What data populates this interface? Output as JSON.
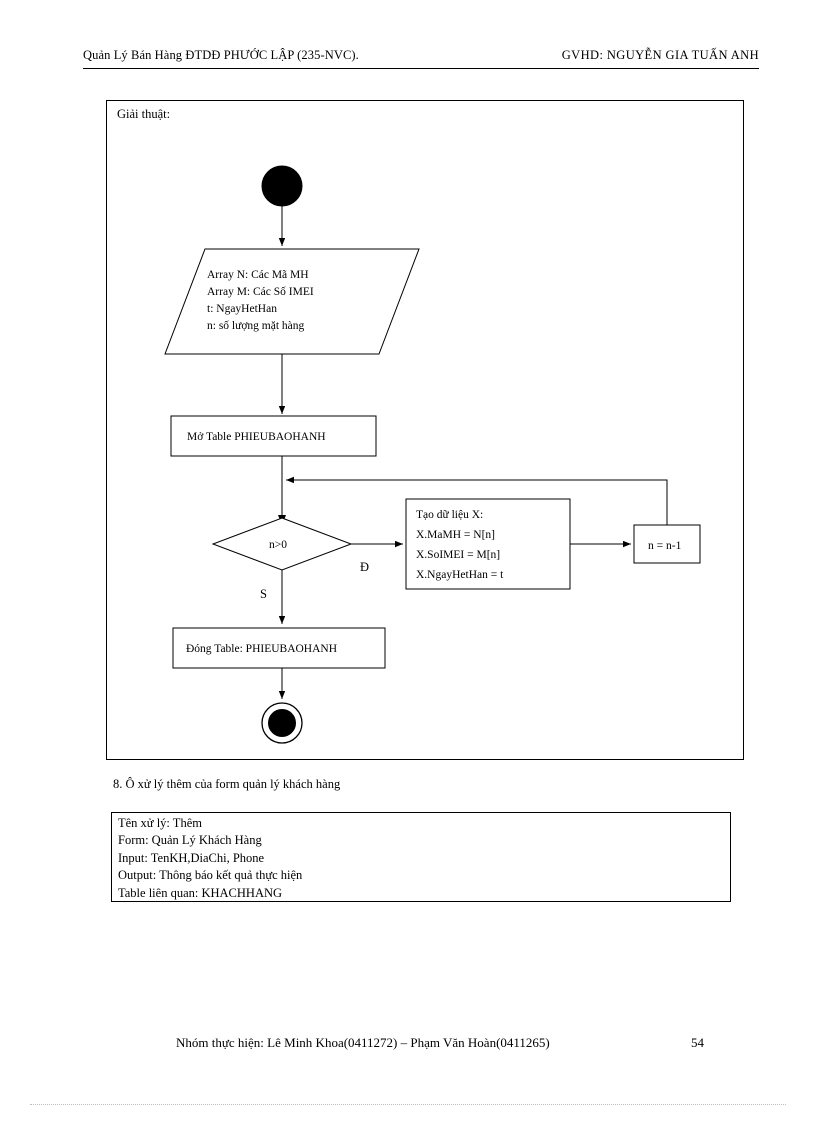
{
  "header": {
    "left": "Quản Lý Bán Hàng ĐTDĐ PHƯỚC LẬP (235-NVC).",
    "right": "GVHD:  NGUYỄN  GIA  TUẤN ANH"
  },
  "algorithm": {
    "label": "Giải thuật:",
    "nodes": {
      "start": "start-node",
      "input": {
        "line1": "Array N: Các Mã MH",
        "line2": "Array M: Các Số IMEI",
        "line3": "t: NgayHetHan",
        "line4": "n: số lượng mặt hàng"
      },
      "open_table": "Mở Table PHIEUBAOHANH",
      "decision": "n>0",
      "process": {
        "line1": "Tạo dữ liệu X:",
        "line2": "X.MaMH = N[n]",
        "line3": "X.SoIMEI = M[n]",
        "line4": "X.NgayHetHan = t"
      },
      "decrement": "n = n-1",
      "close_table": "Đóng Table: PHIEUBAOHANH",
      "end": "end-node"
    },
    "branch_labels": {
      "false": "S",
      "true": "Đ"
    }
  },
  "section": {
    "caption": "8. Ô xử lý thêm của form quản lý khách hàng"
  },
  "spec": {
    "rows": [
      "Tên xử lý:  Thêm",
      "Form:  Quản Lý Khách Hàng",
      "Input:  TenKH,DiaChi, Phone",
      "Output: Thông báo kết quả thực hiện",
      "Table liên quan: KHACHHANG"
    ]
  },
  "footer": {
    "text": "Nhóm thực hiện:  Lê Minh  Khoa(0411272) – Phạm  Văn Hoàn(0411265)",
    "page": "54"
  }
}
